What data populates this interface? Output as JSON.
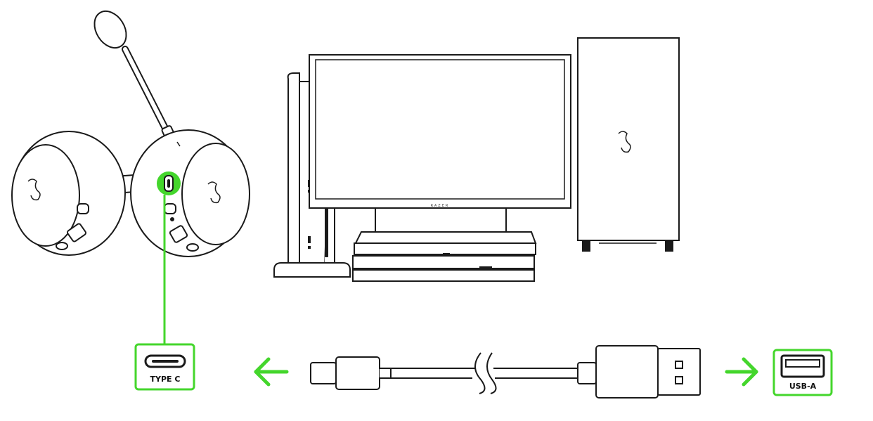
{
  "labels": {
    "type_c": "TYPE C",
    "usb_a": "USB-A",
    "monitor_brand": "RAZER"
  },
  "icons": {
    "headset": "headset-icon",
    "console": "console-icon",
    "monitor": "monitor-icon",
    "pc_tower": "pc-tower-icon",
    "cable": "usb-cable-icon",
    "type_c_port": "type-c-port-icon",
    "usb_a_port": "usb-a-port-icon",
    "arrow_left": "arrow-left-icon",
    "arrow_right": "arrow-right-icon"
  },
  "colors": {
    "accent": "#44d62c",
    "line": "#1a1a1a",
    "fill": "#ffffff"
  }
}
